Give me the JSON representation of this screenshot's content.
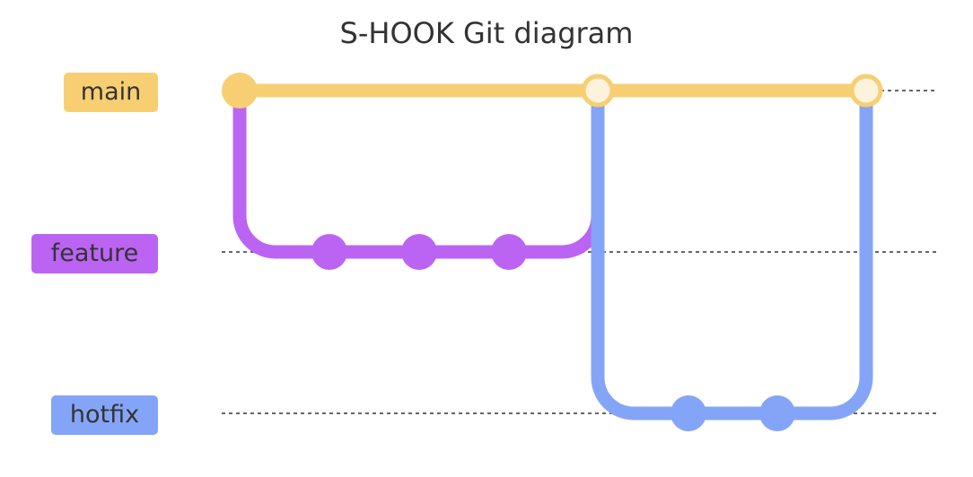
{
  "title": "S-HOOK Git diagram",
  "branches": [
    {
      "name": "main",
      "color": "#f7cf72",
      "label_bg": "#f7cf72"
    },
    {
      "name": "feature",
      "color": "#bb64f3",
      "label_bg": "#bb64f3"
    },
    {
      "name": "hotfix",
      "color": "#84a5f7",
      "label_bg": "#84a5f7"
    }
  ],
  "colors": {
    "merge_commit_fill": "#fdf3dc",
    "lane_line": "#333333",
    "text": "#333333"
  },
  "commits": {
    "main": 3,
    "feature": 3,
    "hotfix": 2
  }
}
